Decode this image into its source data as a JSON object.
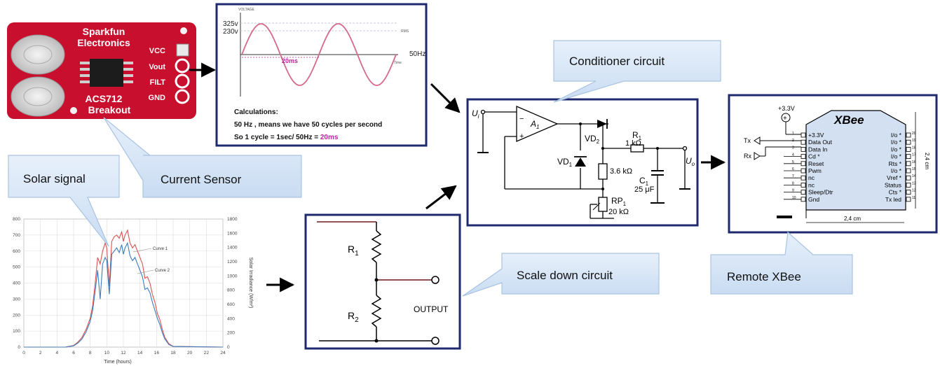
{
  "callouts": {
    "current_sensor": "Current Sensor",
    "solar_signal": "Solar signal",
    "conditioner": "Conditioner circuit",
    "scale_down": "Scale down circuit",
    "remote_xbee": "Remote XBee"
  },
  "sensor_board": {
    "line1": "Sparkfun",
    "line2": "Electronics",
    "chip": "ACS712",
    "breakout": "Breakout",
    "pins": [
      "VCC",
      "Vout",
      "FILT",
      "GND"
    ]
  },
  "waveform": {
    "ylabel": "VOLTAGE",
    "peak": "325v",
    "rms_value": "230v",
    "rms_label": "RMS",
    "period": "20ms",
    "freq": "50Hz",
    "time_label": "Time",
    "calc_title": "Calculations:",
    "calc_line1": "50 Hz , means we have 50 cycles per second",
    "calc_line2_prefix": "So 1 cycle = 1sec/ 50Hz = ",
    "calc_line2_value": "20ms"
  },
  "conditioner_circuit": {
    "input": "U",
    "input_sub": "i",
    "opamp": "A",
    "opamp_sub": "1",
    "vd2": "VD",
    "vd2_sub": "2",
    "vd1": "VD",
    "vd1_sub": "1",
    "r1": "R",
    "r1_sub": "1",
    "r1_val": "1 kΩ",
    "r_mid": "3.6 kΩ",
    "rp": "RP",
    "rp_sub": "1",
    "rp_val": "20 kΩ",
    "c": "C",
    "c_sub": "1",
    "c_val": "25 μF",
    "output": "U",
    "output_sub": "o"
  },
  "xbee": {
    "supply": "+3.3V",
    "title": "XBee",
    "tx": "Tx",
    "rx": "Rx",
    "left_pins": [
      {
        "num": "1",
        "label": "+3.3V"
      },
      {
        "num": "2",
        "label": "Data Out"
      },
      {
        "num": "3",
        "label": "Data In"
      },
      {
        "num": "4",
        "label": "Cd *"
      },
      {
        "num": "5",
        "label": "Reset"
      },
      {
        "num": "6",
        "label": "Pwm"
      },
      {
        "num": "7",
        "label": "nc"
      },
      {
        "num": "8",
        "label": "nc"
      },
      {
        "num": "9",
        "label": "Sleep/Dtr"
      },
      {
        "num": "10",
        "label": "Gnd"
      }
    ],
    "right_pins": [
      {
        "num": "20",
        "label": "I/o *"
      },
      {
        "num": "19",
        "label": "I/o *"
      },
      {
        "num": "18",
        "label": "I/o *"
      },
      {
        "num": "17",
        "label": "I/o *"
      },
      {
        "num": "16",
        "label": "Rts *"
      },
      {
        "num": "15",
        "label": "I/o *"
      },
      {
        "num": "14",
        "label": "Vref *"
      },
      {
        "num": "13",
        "label": "Status"
      },
      {
        "num": "12",
        "label": "Cts *"
      },
      {
        "num": "11",
        "label": "Tx led"
      }
    ],
    "width_label": "2,4 cm",
    "height_label": "2,4 cm"
  },
  "scale_circuit": {
    "r1": "R",
    "r1_sub": "1",
    "r2": "R",
    "r2_sub": "2",
    "output": "OUTPUT"
  },
  "chart_data": {
    "type": "line",
    "title": "",
    "xlabel": "Time (hours)",
    "ylabel_right": "Solar Irradiance (W/m²)",
    "xlim": [
      0,
      24
    ],
    "ylim_left": [
      0,
      800
    ],
    "ylim_right": [
      0,
      1800
    ],
    "x_ticks": [
      "0",
      "2",
      "4",
      "6",
      "8",
      "10",
      "12",
      "14",
      "16",
      "18",
      "20",
      "22",
      "24"
    ],
    "y_ticks_left": [
      "0",
      "100",
      "200",
      "300",
      "400",
      "500",
      "600",
      "700",
      "800"
    ],
    "y_ticks_right": [
      "0",
      "200",
      "400",
      "600",
      "800",
      "1000",
      "1200",
      "1400",
      "1600",
      "1800"
    ],
    "x": [
      0,
      5,
      6,
      6.5,
      7,
      7.5,
      8,
      8.3,
      8.6,
      8.9,
      9.2,
      9.5,
      9.8,
      10,
      10.3,
      10.6,
      10.9,
      11.2,
      11.5,
      11.8,
      12,
      12.2,
      12.5,
      12.8,
      13.1,
      13.4,
      13.7,
      14,
      14.3,
      14.6,
      14.9,
      15.2,
      15.5,
      15.8,
      16.1,
      16.4,
      16.7,
      17,
      17.5,
      18,
      24
    ],
    "series": [
      {
        "name": "Curve 1",
        "color": "#d9534f",
        "values": [
          0,
          0,
          10,
          30,
          60,
          110,
          180,
          260,
          400,
          560,
          520,
          600,
          650,
          620,
          380,
          660,
          690,
          700,
          680,
          720,
          660,
          700,
          730,
          650,
          620,
          640,
          600,
          560,
          520,
          430,
          440,
          400,
          330,
          280,
          210,
          170,
          110,
          60,
          20,
          5,
          0
        ]
      },
      {
        "name": "Curve 2",
        "color": "#3b7bbf",
        "values": [
          0,
          0,
          8,
          25,
          50,
          95,
          160,
          230,
          350,
          480,
          300,
          520,
          560,
          540,
          330,
          580,
          600,
          620,
          590,
          640,
          580,
          620,
          650,
          570,
          540,
          560,
          520,
          480,
          440,
          360,
          370,
          340,
          280,
          230,
          180,
          140,
          90,
          50,
          15,
          4,
          0
        ]
      }
    ],
    "legend": [
      "Curve 1",
      "Curve 2"
    ]
  },
  "colors": {
    "frame": "#1f2a6e",
    "callout_fill": "#d6e6f7",
    "callout_stroke": "#a9c4e2",
    "board_red": "#c8102e",
    "wave": "#d46a8a",
    "accent_magenta": "#c020a0"
  }
}
